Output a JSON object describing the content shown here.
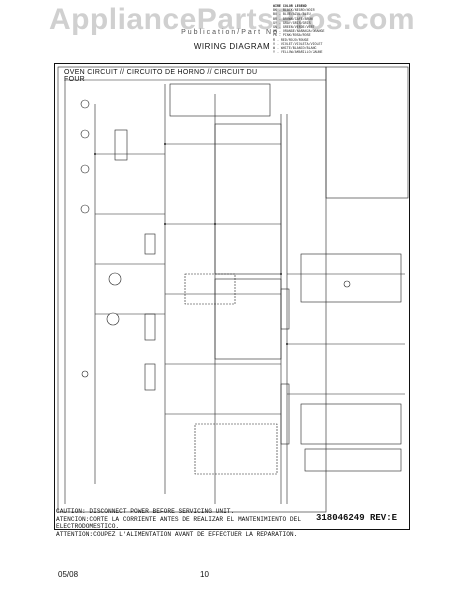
{
  "watermark": "AppliancePartsPros.com",
  "header_model": "Publication/Part No.",
  "page_title": "WIRING DIAGRAM",
  "oven_title": "OVEN CIRCUIT // CIRCUITO DE HORNO // CIRCUIT DU FOUR",
  "legend": {
    "title": "WIRE COLOR LEGEND",
    "rows": [
      "BK - BLACK/NEGRO/NOIR",
      "BU - BLUE/AZUL/BLEU",
      "BR - BROWN/CAFE/BRUN",
      "GY - GRAY/GRIS/GRIS",
      "GN - GREEN/VERDE/VERT",
      "OR - ORANGE/NARANJA/ORANGE",
      "PK - PINK/ROSA/ROSE",
      "R - RED/ROJO/ROUGE",
      "V - VIOLET/VIOLETA/VIOLET",
      "W - WHITE/BLANCO/BLANC",
      "Y - YELLOW/AMARILLO/JAUNE"
    ]
  },
  "caution": [
    "CAUTION: DISCONNECT POWER BEFORE SERVICING UNIT.",
    "ATENCION:CORTE LA CORRIENTE ANTES DE REALIZAR EL MANTENIMIENTO DEL ELECTRODOMESTICO.",
    "ATTENTION:COUPEZ L'ALIMENTATION AVANT DE EFFECTUER LA REPARATION."
  ],
  "part_number": "318046249 REV:E",
  "footer": {
    "date": "05/08",
    "page": "10"
  }
}
